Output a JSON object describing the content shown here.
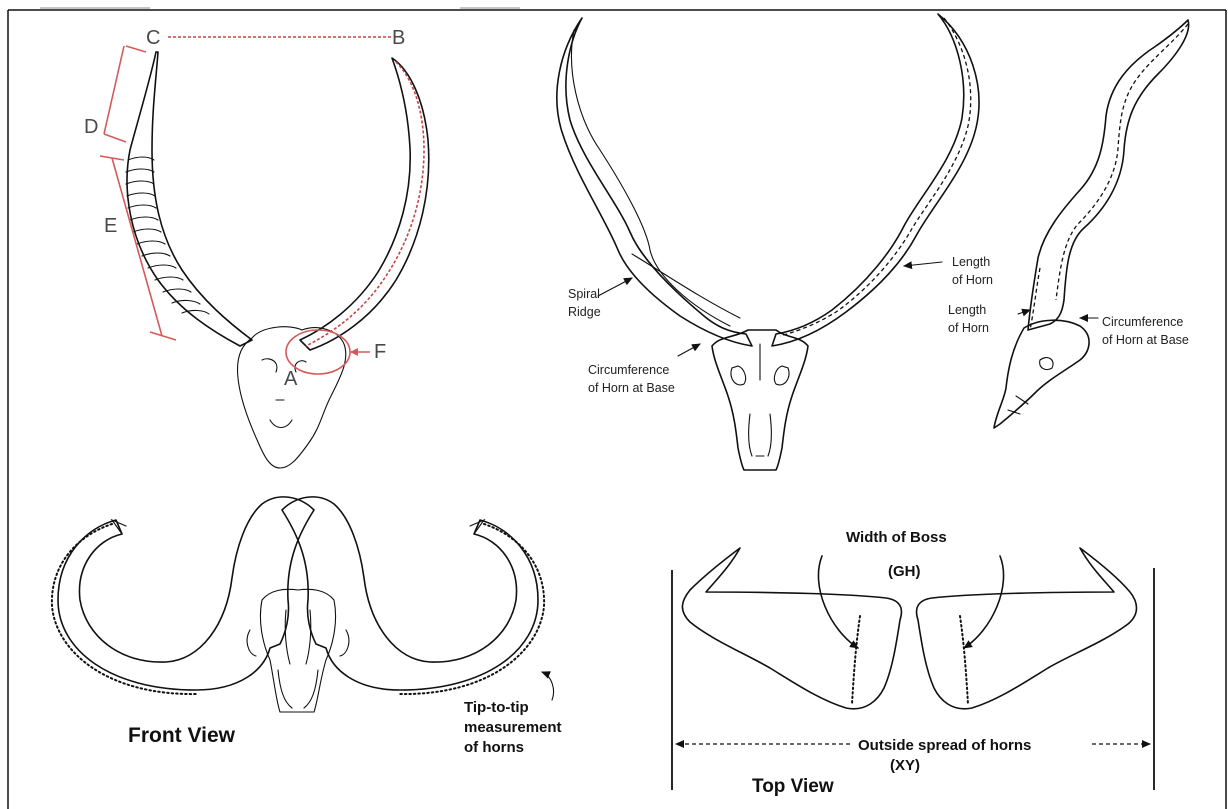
{
  "panel1": {
    "labels": {
      "c": "C",
      "b": "B",
      "d": "D",
      "e": "E",
      "a": "A",
      "f": "F"
    }
  },
  "panel2": {
    "spiral_ridge_1": "Spiral",
    "spiral_ridge_2": "Ridge",
    "circ_1": "Circumference",
    "circ_2": "of Horn at Base",
    "length_1": "Length",
    "length_2": "of Horn"
  },
  "panel3": {
    "length_1": "Length",
    "length_2": "of Horn",
    "circ_1": "Circumference",
    "circ_2": "of Horn at Base"
  },
  "panel4": {
    "title": "Front View",
    "tip_1": "Tip-to-tip",
    "tip_2": "measurement",
    "tip_3": "of horns"
  },
  "panel5": {
    "boss_1": "Width of Boss",
    "boss_2": "(GH)",
    "spread_1": "Outside spread of horns",
    "spread_2": "(XY)",
    "title": "Top View"
  }
}
